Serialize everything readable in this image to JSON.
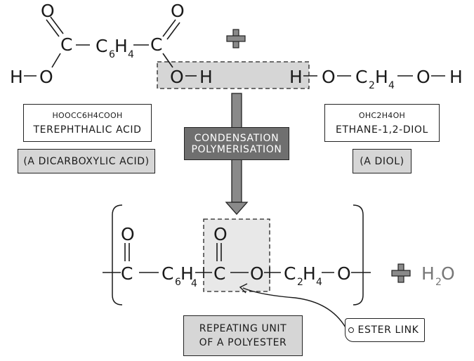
{
  "reactants": {
    "acid": {
      "formula": "HOOCC6H4COOH",
      "name": "TEREPHTHALIC ACID",
      "class": "(A DICARBOXYLIC ACID)"
    },
    "diol": {
      "formula": "OHC2H4OH",
      "name": "ETHANE-1,2-DIOL",
      "class": "(A DIOL)"
    }
  },
  "reaction": {
    "arrow_label_line1": "CONDENSATION",
    "arrow_label_line2": "POLYMERISATION",
    "plus": "+"
  },
  "product": {
    "repeat_label_line1": "REPEATING UNIT",
    "repeat_label_line2": "OF A POLYESTER",
    "ester_link_label": "ESTER LINK",
    "water": "H2O"
  },
  "atoms": {
    "O": "O",
    "C": "C",
    "H": "H",
    "C6": "C",
    "H4": "H",
    "C2": "C",
    "sub6": "6",
    "sub4": "4",
    "sub2": "2"
  },
  "colors": {
    "highlight_fill": "#d6d6d6",
    "arrow_fill": "#8a8a8a",
    "dark_box": "#6f6f6f"
  }
}
